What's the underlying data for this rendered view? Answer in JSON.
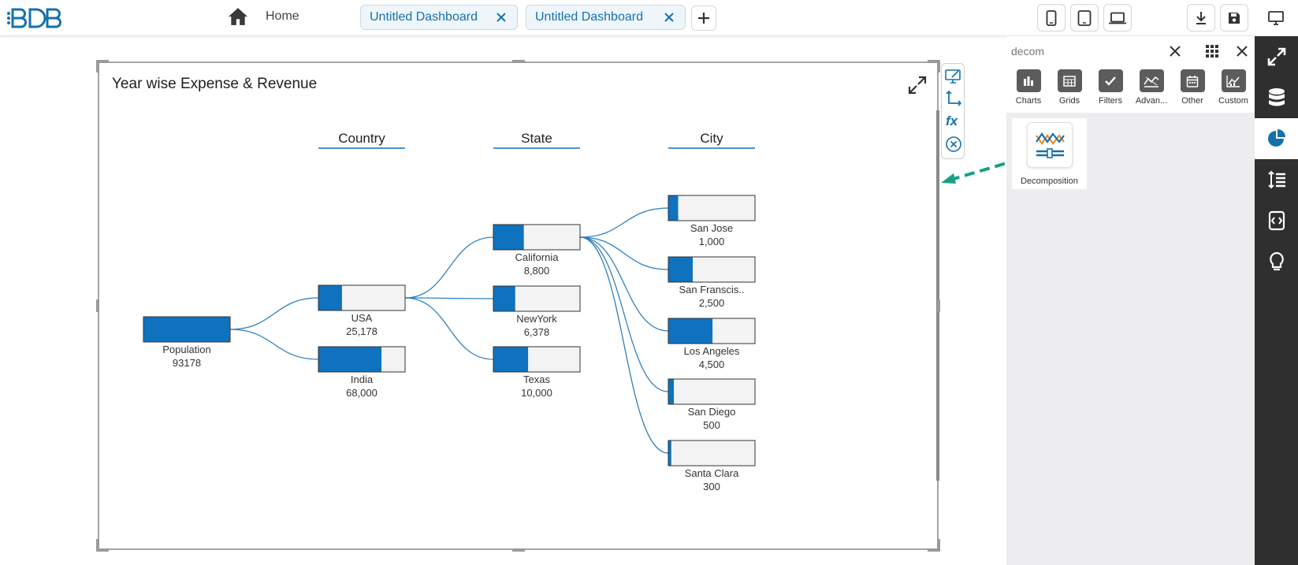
{
  "app": {
    "home_label": "Home",
    "tabs": [
      {
        "label": "Untitled Dashboard"
      },
      {
        "label": "Untitled Dashboard"
      }
    ]
  },
  "toolbar": {
    "device_buttons": [
      "mobile-icon",
      "tablet-icon",
      "laptop-icon"
    ],
    "action_buttons": [
      "download-icon",
      "save-icon",
      "desktop-icon"
    ]
  },
  "panel": {
    "search_value": "decom",
    "categories": [
      {
        "label": "Charts",
        "icon": "bar-chart-icon"
      },
      {
        "label": "Grids",
        "icon": "grid-icon"
      },
      {
        "label": "Filters",
        "icon": "check-icon"
      },
      {
        "label": "Advan...",
        "icon": "advanced-chart-icon"
      },
      {
        "label": "Other",
        "icon": "calendar-icon"
      },
      {
        "label": "Custom",
        "icon": "custom-chart-icon"
      }
    ],
    "component": {
      "label": "Decomposition",
      "icon": "decomposition-icon"
    }
  },
  "rightbar": {
    "items": [
      "expand-icon",
      "database-icon",
      "pie-chart-icon",
      "properties-icon",
      "script-icon",
      "lightbulb-icon"
    ],
    "active_index": 2
  },
  "widget": {
    "title": "Year wise Expense & Revenue"
  },
  "chart_data": {
    "type": "decomposition-tree",
    "title": "Year wise Expense & Revenue",
    "accent_color": "#0f72be",
    "level_headers": [
      "Country",
      "State",
      "City"
    ],
    "root": {
      "label": "Population",
      "value_text": "93178",
      "value": 93178,
      "fill_fraction": 1.0
    },
    "levels": [
      [
        {
          "label": "USA",
          "value_text": "25,178",
          "value": 25178,
          "fill_fraction": 0.27
        },
        {
          "label": "India",
          "value_text": "68,000",
          "value": 68000,
          "fill_fraction": 0.73
        }
      ],
      [
        {
          "label": "California",
          "value_text": "8,800",
          "value": 8800,
          "fill_fraction": 0.35
        },
        {
          "label": "NewYork",
          "value_text": "6,378",
          "value": 6378,
          "fill_fraction": 0.25
        },
        {
          "label": "Texas",
          "value_text": "10,000",
          "value": 10000,
          "fill_fraction": 0.4
        }
      ],
      [
        {
          "label": "San Jose",
          "value_text": "1,000",
          "value": 1000,
          "fill_fraction": 0.11
        },
        {
          "label": "San Franscis..",
          "value_text": "2,500",
          "value": 2500,
          "fill_fraction": 0.28
        },
        {
          "label": "Los Angeles",
          "value_text": "4,500",
          "value": 4500,
          "fill_fraction": 0.51
        },
        {
          "label": "San Diego",
          "value_text": "500",
          "value": 500,
          "fill_fraction": 0.06
        },
        {
          "label": "Santa Clara",
          "value_text": "300",
          "value": 300,
          "fill_fraction": 0.03
        }
      ]
    ],
    "links": [
      {
        "from": [
          0,
          0
        ],
        "to": [
          1,
          0
        ]
      },
      {
        "from": [
          0,
          0
        ],
        "to": [
          1,
          1
        ]
      },
      {
        "from": [
          1,
          0
        ],
        "to": [
          2,
          0
        ]
      },
      {
        "from": [
          1,
          0
        ],
        "to": [
          2,
          1
        ]
      },
      {
        "from": [
          1,
          0
        ],
        "to": [
          2,
          2
        ]
      },
      {
        "from": [
          2,
          0
        ],
        "to": [
          3,
          0
        ]
      },
      {
        "from": [
          2,
          0
        ],
        "to": [
          3,
          1
        ]
      },
      {
        "from": [
          2,
          0
        ],
        "to": [
          3,
          2
        ]
      },
      {
        "from": [
          2,
          0
        ],
        "to": [
          3,
          3
        ]
      },
      {
        "from": [
          2,
          0
        ],
        "to": [
          3,
          4
        ]
      }
    ]
  }
}
